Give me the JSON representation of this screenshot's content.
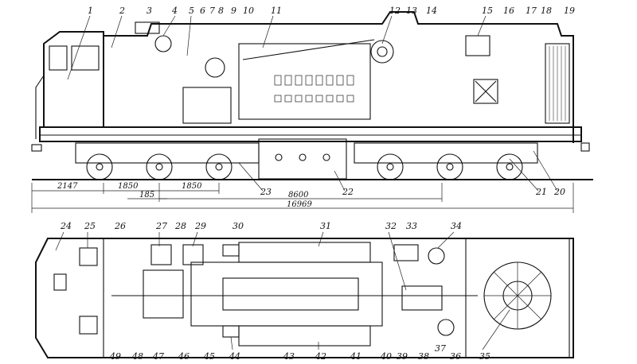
{
  "top_view_labels": [
    "1",
    "2",
    "3",
    "4",
    "5",
    "6",
    "7",
    "8",
    "9",
    "10",
    "11",
    "12",
    "13",
    "14",
    "15",
    "16",
    "17",
    "18",
    "19",
    "20",
    "21",
    "22",
    "23"
  ],
  "plan_view_labels": [
    "24",
    "25",
    "26",
    "27",
    "28",
    "29",
    "30",
    "31",
    "32",
    "33",
    "34",
    "35",
    "36",
    "37",
    "38",
    "39",
    "40",
    "41",
    "42",
    "43",
    "44",
    "45",
    "46",
    "47",
    "48",
    "49"
  ],
  "dimensions": {
    "front_overhang": "2147",
    "axle_spacing_left": "1850",
    "axle_spacing_right": "1850",
    "bogie_offset": "185",
    "bogie_centers": "8600",
    "overall_length": "16969"
  }
}
